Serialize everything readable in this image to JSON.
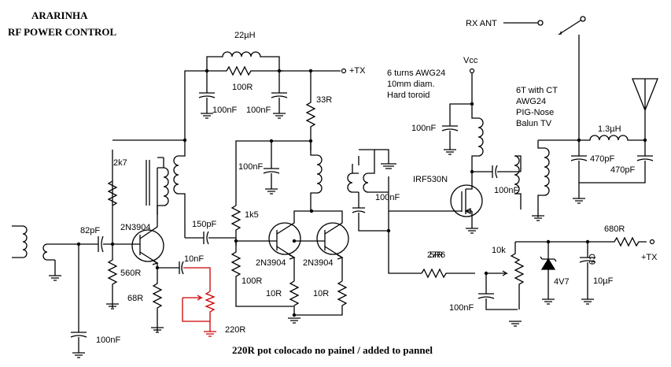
{
  "title": {
    "line1": "ARARINHA",
    "line2": "RF POWER CONTROL"
  },
  "footer": "220R pot colocado no painel / added to pannel",
  "labels": {
    "inductor_top": "22µH",
    "r_top": "100R",
    "c_top1": "100nF",
    "c_top2": "100nF",
    "r33": "33R",
    "tx_top": "+TX",
    "c_mid": "100nF",
    "r2k7": "2k7",
    "q1": "2N3904",
    "c82": "82pF",
    "r560": "560R",
    "r68": "68R",
    "c10n": "10nF",
    "pot220": "220R",
    "c100_bottom": "100nF",
    "c150": "150pF",
    "r1k5": "1k5",
    "r100_mid": "100R",
    "q2": "2N3904",
    "q3": "2N3904",
    "r10a": "10R",
    "r10b": "10R",
    "toroid1": "6 turns AWG24",
    "toroid2": "10mm diam.",
    "toroid3": "Hard toroid",
    "vcc": "Vcc",
    "c_vcc": "100nF",
    "c_coupling": "100nF",
    "mosfet": "IRF530N",
    "c_out": "100nF",
    "balun1": "6T with CT",
    "balun2": "AWG24",
    "balun3": "PIG-Nose",
    "balun4": "Balun TV",
    "rx_ant": "RX ANT",
    "l_out": "1.3µH",
    "c470a": "470pF",
    "c470b": "470pF",
    "r_gate_base": "5R6",
    "r_gate_over": "27R",
    "pot10k": "10k",
    "c_gate": "100nF",
    "zener": "4V7",
    "c9": "C9",
    "c10u": "10µF",
    "r680": "680R",
    "tx_right": "+TX"
  }
}
